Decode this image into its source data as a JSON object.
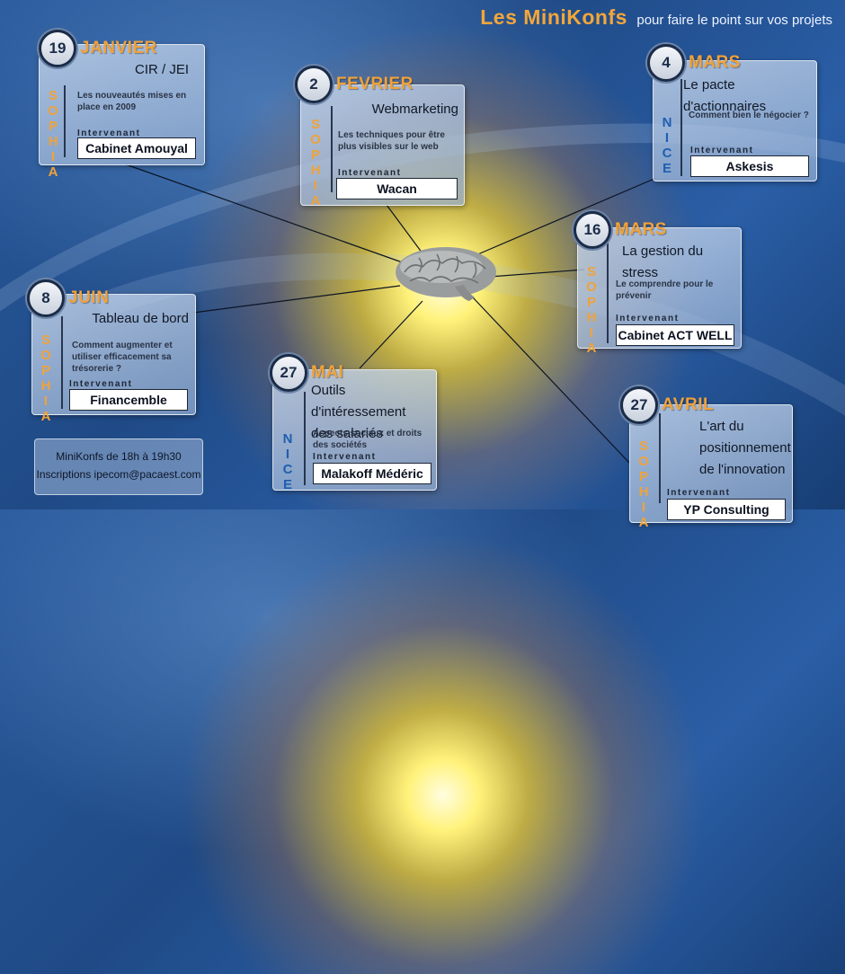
{
  "header": {
    "brand": "Les MiniKonfs",
    "tagline": "pour faire le point sur vos projets"
  },
  "colors": {
    "month": "#f0a23a",
    "city_sophia": "#f0a23a",
    "city_nice": "#1f5fb0",
    "brand": "#f3a63a"
  },
  "events": [
    {
      "day": "19",
      "month": "JANVIER",
      "city": "SOPHIA",
      "title": [
        "CIR / JEI"
      ],
      "desc": [
        "Les nouveautés mises en",
        "place en 2009"
      ],
      "label": "Intervenant",
      "speaker": "Cabinet Amouyal"
    },
    {
      "day": "2",
      "month": "FEVRIER",
      "city": "SOPHIA",
      "title": [
        "Webmarketing"
      ],
      "desc": [
        "Les techniques pour être",
        "plus visibles sur le web"
      ],
      "label": "Intervenant",
      "speaker": "Wacan"
    },
    {
      "day": "4",
      "month": "MARS",
      "city": "NICE",
      "title": [
        "Le pacte d'actionnaires"
      ],
      "desc": [
        "Comment bien le négocier ?"
      ],
      "label": "Intervenant",
      "speaker": "Askesis"
    },
    {
      "day": "16",
      "month": "MARS",
      "city": "SOPHIA",
      "title": [
        "La gestion du stress"
      ],
      "desc": [
        "Le comprendre pour le",
        "prévenir"
      ],
      "label": "Intervenant",
      "speaker": "Cabinet ACT WELL"
    },
    {
      "day": "8",
      "month": "JUIN",
      "city": "SOPHIA",
      "title": [
        "Tableau de bord"
      ],
      "desc": [
        "Comment augmenter et",
        "utiliser efficacement sa",
        "trésorerie ?"
      ],
      "label": "Intervenant",
      "speaker": "Financemble"
    },
    {
      "day": "27",
      "month": "MAI",
      "city": "NICE",
      "title": [
        "Outils d'intéressement",
        "des salariés"
      ],
      "desc": [
        "Aspects sociaux et droits",
        "des sociétés"
      ],
      "label": "Intervenant",
      "speaker": "Malakoff Médéric"
    },
    {
      "day": "27",
      "month": "AVRIL",
      "city": "SOPHIA",
      "title": [
        "L'art du",
        "positionnement",
        "de l'innovation"
      ],
      "desc": [],
      "label": "Intervenant",
      "speaker": "YP Consulting"
    }
  ],
  "info": {
    "line1": "MiniKonfs de 18h à 19h30",
    "line2": "Inscriptions ipecom@pacaest.com"
  }
}
